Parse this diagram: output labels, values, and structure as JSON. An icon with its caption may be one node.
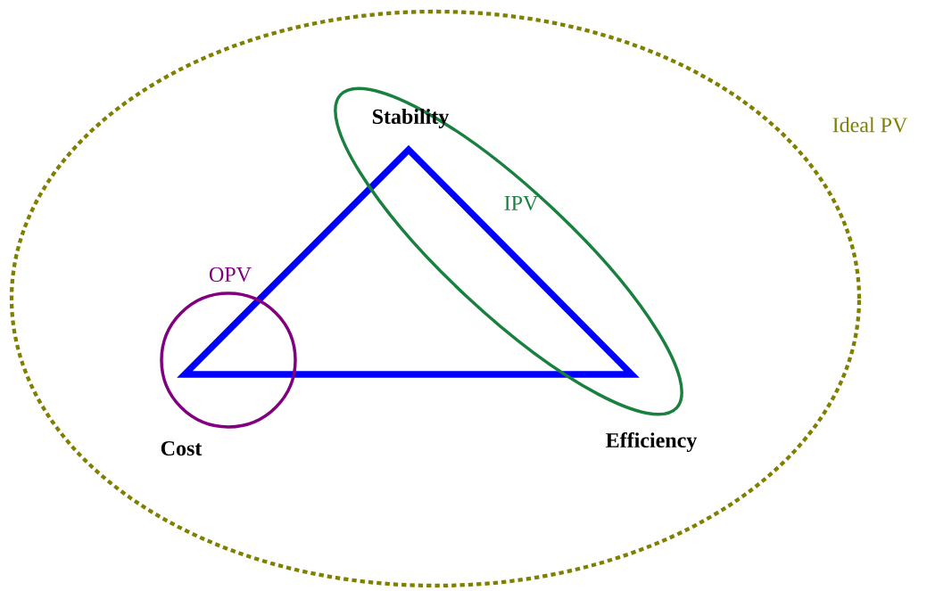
{
  "diagram": {
    "nodes": [
      {
        "text": [
          "Ideal PV"
        ]
      },
      {
        "text": [
          "IPV"
        ],
        "in": 0
      },
      {
        "text": [
          "OPV"
        ],
        "in": 0
      }
    ],
    "labels": [
      "Stability",
      "Cost",
      "Efficiency"
    ]
  }
}
